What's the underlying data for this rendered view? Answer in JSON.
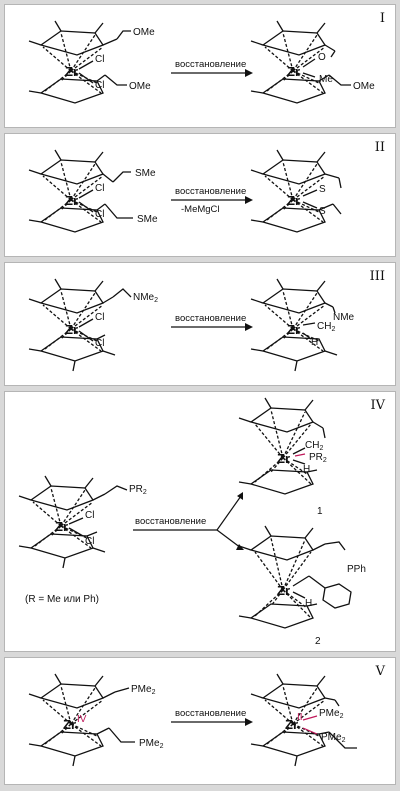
{
  "numerals": [
    "I",
    "II",
    "III",
    "IV",
    "V"
  ],
  "arrow_label": "восстановление",
  "arrow_sublabel": "-MeMgCl",
  "atoms": {
    "zr": "Zr",
    "cl": "Cl",
    "ome": "OMe",
    "o": "O",
    "me": "Me",
    "sme": "SMe",
    "s": "S",
    "nme2": "NMe",
    "nme": "NMe",
    "ch2": "CH",
    "h": "H",
    "pr2": "PR",
    "pph": "PPh",
    "pme2": "PMe",
    "sub2": "2"
  },
  "compound_numbers": [
    "1",
    "2"
  ],
  "r_note": "(R = Me или Ph)",
  "ox_states": [
    "IV",
    "II"
  ],
  "accent_color": "#c0185a"
}
